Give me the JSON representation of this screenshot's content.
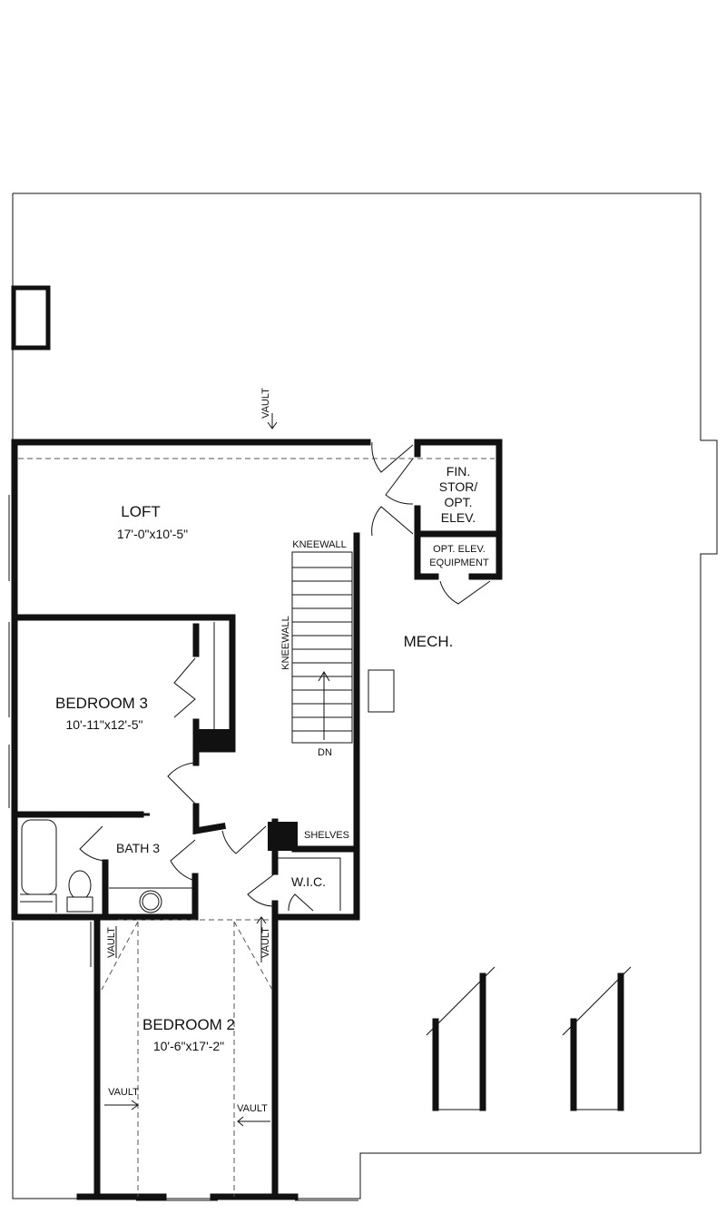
{
  "rooms": {
    "loft": {
      "name": "LOFT",
      "size": "17'-0\"x10'-5\""
    },
    "bedroom3": {
      "name": "BEDROOM 3",
      "size": "10'-11\"x12'-5\""
    },
    "bath3": {
      "name": "BATH 3"
    },
    "wic": {
      "name": "W.I.C."
    },
    "shelves": {
      "name": "SHELVES"
    },
    "mech": {
      "name": "MECH."
    },
    "fin_stor": {
      "lines": [
        "FIN.",
        "STOR/",
        "OPT.",
        "ELEV."
      ]
    },
    "elev_equipment": {
      "lines": [
        "OPT. ELEV.",
        "EQUIPMENT"
      ]
    },
    "bedroom2": {
      "name": "BEDROOM 2",
      "size": "10'-6\"x17'-2\""
    }
  },
  "annotations": {
    "kneewall": "KNEEWALL",
    "dn": "DN",
    "vault": "VAULT"
  },
  "colors": {
    "wall": "#111111",
    "background": "#ffffff"
  }
}
